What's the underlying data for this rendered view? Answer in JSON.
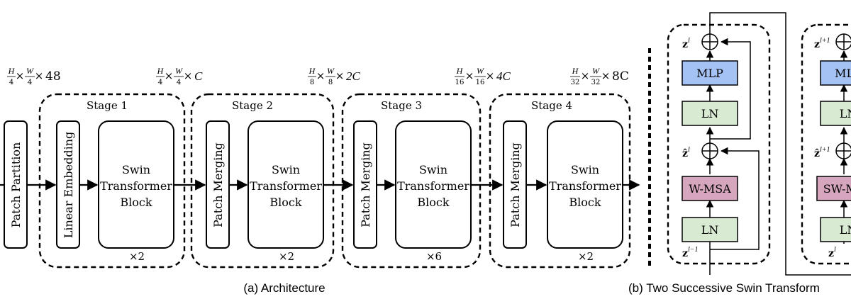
{
  "colors": {
    "mlp_fill": "#a4c2f4",
    "msa_fill": "#d5a6bd",
    "ln_fill": "#d9ead3",
    "stroke": "#000000"
  },
  "architecture": {
    "caption": "(a) Architecture",
    "patch_partition": "Patch Partition",
    "linear_embedding": "Linear Embedding",
    "patch_merging": "Patch Merging",
    "swin_block": [
      "Swin",
      "Transformer",
      "Block"
    ],
    "stages": [
      {
        "title": "Stage 1",
        "repeat": "×2"
      },
      {
        "title": "Stage 2",
        "repeat": "×2"
      },
      {
        "title": "Stage 3",
        "repeat": "×6"
      },
      {
        "title": "Stage 4",
        "repeat": "×2"
      }
    ],
    "dims": [
      {
        "h": "H",
        "dh": "4",
        "w": "W",
        "dw": "4",
        "c": "48"
      },
      {
        "h": "H",
        "dh": "4",
        "w": "W",
        "dw": "4",
        "c": "C"
      },
      {
        "h": "H",
        "dh": "8",
        "w": "W",
        "dw": "8",
        "c": "2C"
      },
      {
        "h": "H",
        "dh": "16",
        "w": "W",
        "dw": "16",
        "c": "4C"
      },
      {
        "h": "H",
        "dh": "32",
        "w": "W",
        "dw": "32",
        "c": "8C"
      }
    ]
  },
  "successive": {
    "caption": "(b) Two Successive Swin Transform",
    "block1": {
      "mlp": "MLP",
      "ln_top": "LN",
      "msa": "W-MSA",
      "ln_bottom": "LN",
      "z_out": {
        "base": "z",
        "sup": "l"
      },
      "z_hat": {
        "base": "ẑ",
        "sup": "l"
      },
      "z_in": {
        "base": "z",
        "sup": "l−1"
      }
    },
    "block2": {
      "mlp": "MLP",
      "ln_top": "LN",
      "msa": "SW-MSA",
      "ln_bottom": "LN",
      "z_out": {
        "base": "z",
        "sup": "l+1"
      },
      "z_hat": {
        "base": "ẑ",
        "sup": "l+1"
      },
      "z_in": {
        "base": "z",
        "sup": "l"
      }
    }
  }
}
